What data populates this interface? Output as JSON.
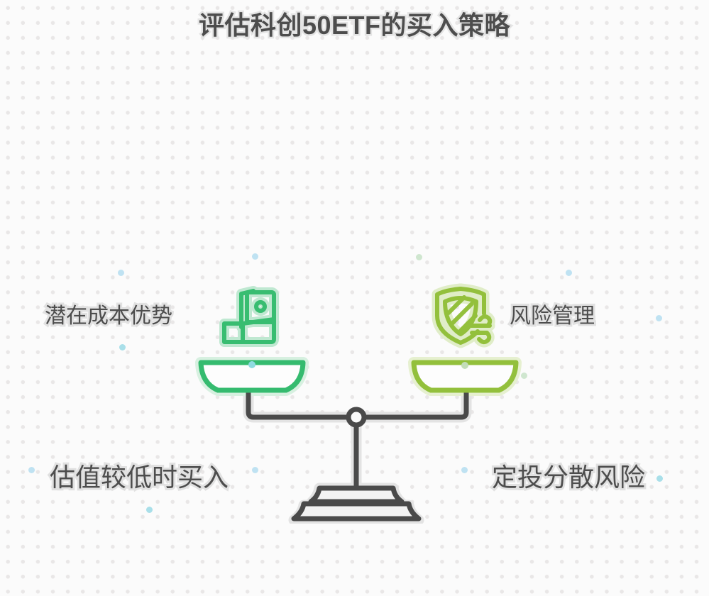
{
  "page": {
    "title": "评估科创50ETF的买入策略",
    "background_color": "#fbfbfb",
    "dot_grid_color": "#e9e7e7",
    "accent_dot_color": "#bfe2f2",
    "text_color": "#4d4d4d",
    "text_outline_color": "#e1e1e1"
  },
  "diagram": {
    "type": "balance-scale",
    "left_side": {
      "icon": "money-cash-icon",
      "icon_color": "#38bd71",
      "pan_color": "#35bb6f",
      "top_label": "潜在成本优势",
      "bottom_label": "估值较低时买入"
    },
    "right_side": {
      "icon": "shield-wind-icon",
      "icon_color": "#93c03c",
      "pan_color": "#93c03c",
      "top_label": "风险管理",
      "bottom_label": "定投分散风险"
    },
    "stand_color": "#4a4a4a",
    "pivot": "balance-pivot-circle"
  }
}
